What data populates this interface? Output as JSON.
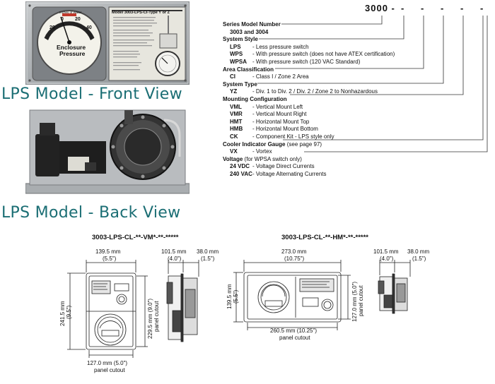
{
  "captions": {
    "front": "LPS Model - Front View",
    "back": "LPS Model - Back View"
  },
  "model_header": {
    "prefix": "3000 -",
    "dashes": [
      "-",
      "-",
      "-",
      "-",
      "-"
    ]
  },
  "legend": {
    "series_heading": "Series Model Number",
    "series_values": "3003 and 3004",
    "system_style_heading": "System Style",
    "system_style": [
      {
        "code": "LPS",
        "desc": "- Less pressure switch"
      },
      {
        "code": "WPS",
        "desc": "- With pressure switch (does not have ATEX certification)"
      },
      {
        "code": "WPSA",
        "desc": "- With pressure switch (120 VAC Standard)"
      }
    ],
    "area_heading": "Area Classification",
    "area": [
      {
        "code": "CI",
        "desc": "- Class I / Zone 2 Area"
      }
    ],
    "system_type_heading": "System Type",
    "system_type": [
      {
        "code": "YZ",
        "desc": "- Div. 1 to Div. 2 / Div. 2 / Zone 2 to Nonhazardous"
      }
    ],
    "mounting_heading": "Mounting Configuration",
    "mounting": [
      {
        "code": "VML",
        "desc": "- Vertical Mount Left"
      },
      {
        "code": "VMR",
        "desc": "- Vertical Mount Right"
      },
      {
        "code": "HMT",
        "desc": "- Horizontal Mount Top"
      },
      {
        "code": "HMB",
        "desc": "- Horizontal Mount Bottom"
      },
      {
        "code": "CK",
        "desc": "- Component Kit - LPS style only"
      }
    ],
    "cooler_heading": "Cooler Indicator Gauge",
    "cooler_note": "(see page 97)",
    "cooler": [
      {
        "code": "VX",
        "desc": "- Vortex"
      }
    ],
    "voltage_heading": "Voltage",
    "voltage_note": "(for WPSA switch only)",
    "voltage": [
      {
        "code": "24 VDC",
        "desc": "- Voltage Direct Currents"
      },
      {
        "code": "240 VAC",
        "desc": "- Voltage Alternating Currents"
      }
    ]
  },
  "front_panel": {
    "plate_title": "Model 3003-LPS-CI-Type Y or Z",
    "gauge_top_label": "Inches of Water",
    "gauge_label_1": "Enclosure",
    "gauge_label_2": "Pressure",
    "gauge_ticks": [
      "20",
      "0",
      "20",
      "40"
    ]
  },
  "vertical_drawing": {
    "title": "3003-LPS-CL-**-VM*-**-*****",
    "width_mm": "139.5 mm",
    "width_in": "(5.5\")",
    "height_mm": "241.5 mm",
    "height_in": "(9.5\")",
    "cutout_h_mm": "229.5 mm (9.0\")",
    "cutout_h_label": "panel cutout",
    "cutout_w_mm": "127.0 mm (5.0\")",
    "cutout_w_label": "panel cutout",
    "depth_mm": "101.5 mm",
    "depth_in": "(4.0\")",
    "side_mm": "38.0 mm",
    "side_in": "(1.5\")"
  },
  "horizontal_drawing": {
    "title": "3003-LPS-CL-**-HM*-**-*****",
    "width_mm": "273.0 mm",
    "width_in": "(10.75\")",
    "height_mm": "139.5 mm",
    "height_in": "(5.5\")",
    "cutout_h_mm": "127.0 mm (5.0\")",
    "cutout_h_label": "panel cutout",
    "cutout_w_mm": "260.5 mm (10.25\")",
    "cutout_w_label": "panel cutout",
    "depth_mm": "101.5 mm",
    "depth_in": "(4.0\")",
    "side_mm": "38.0 mm",
    "side_in": "(1.5\")"
  }
}
